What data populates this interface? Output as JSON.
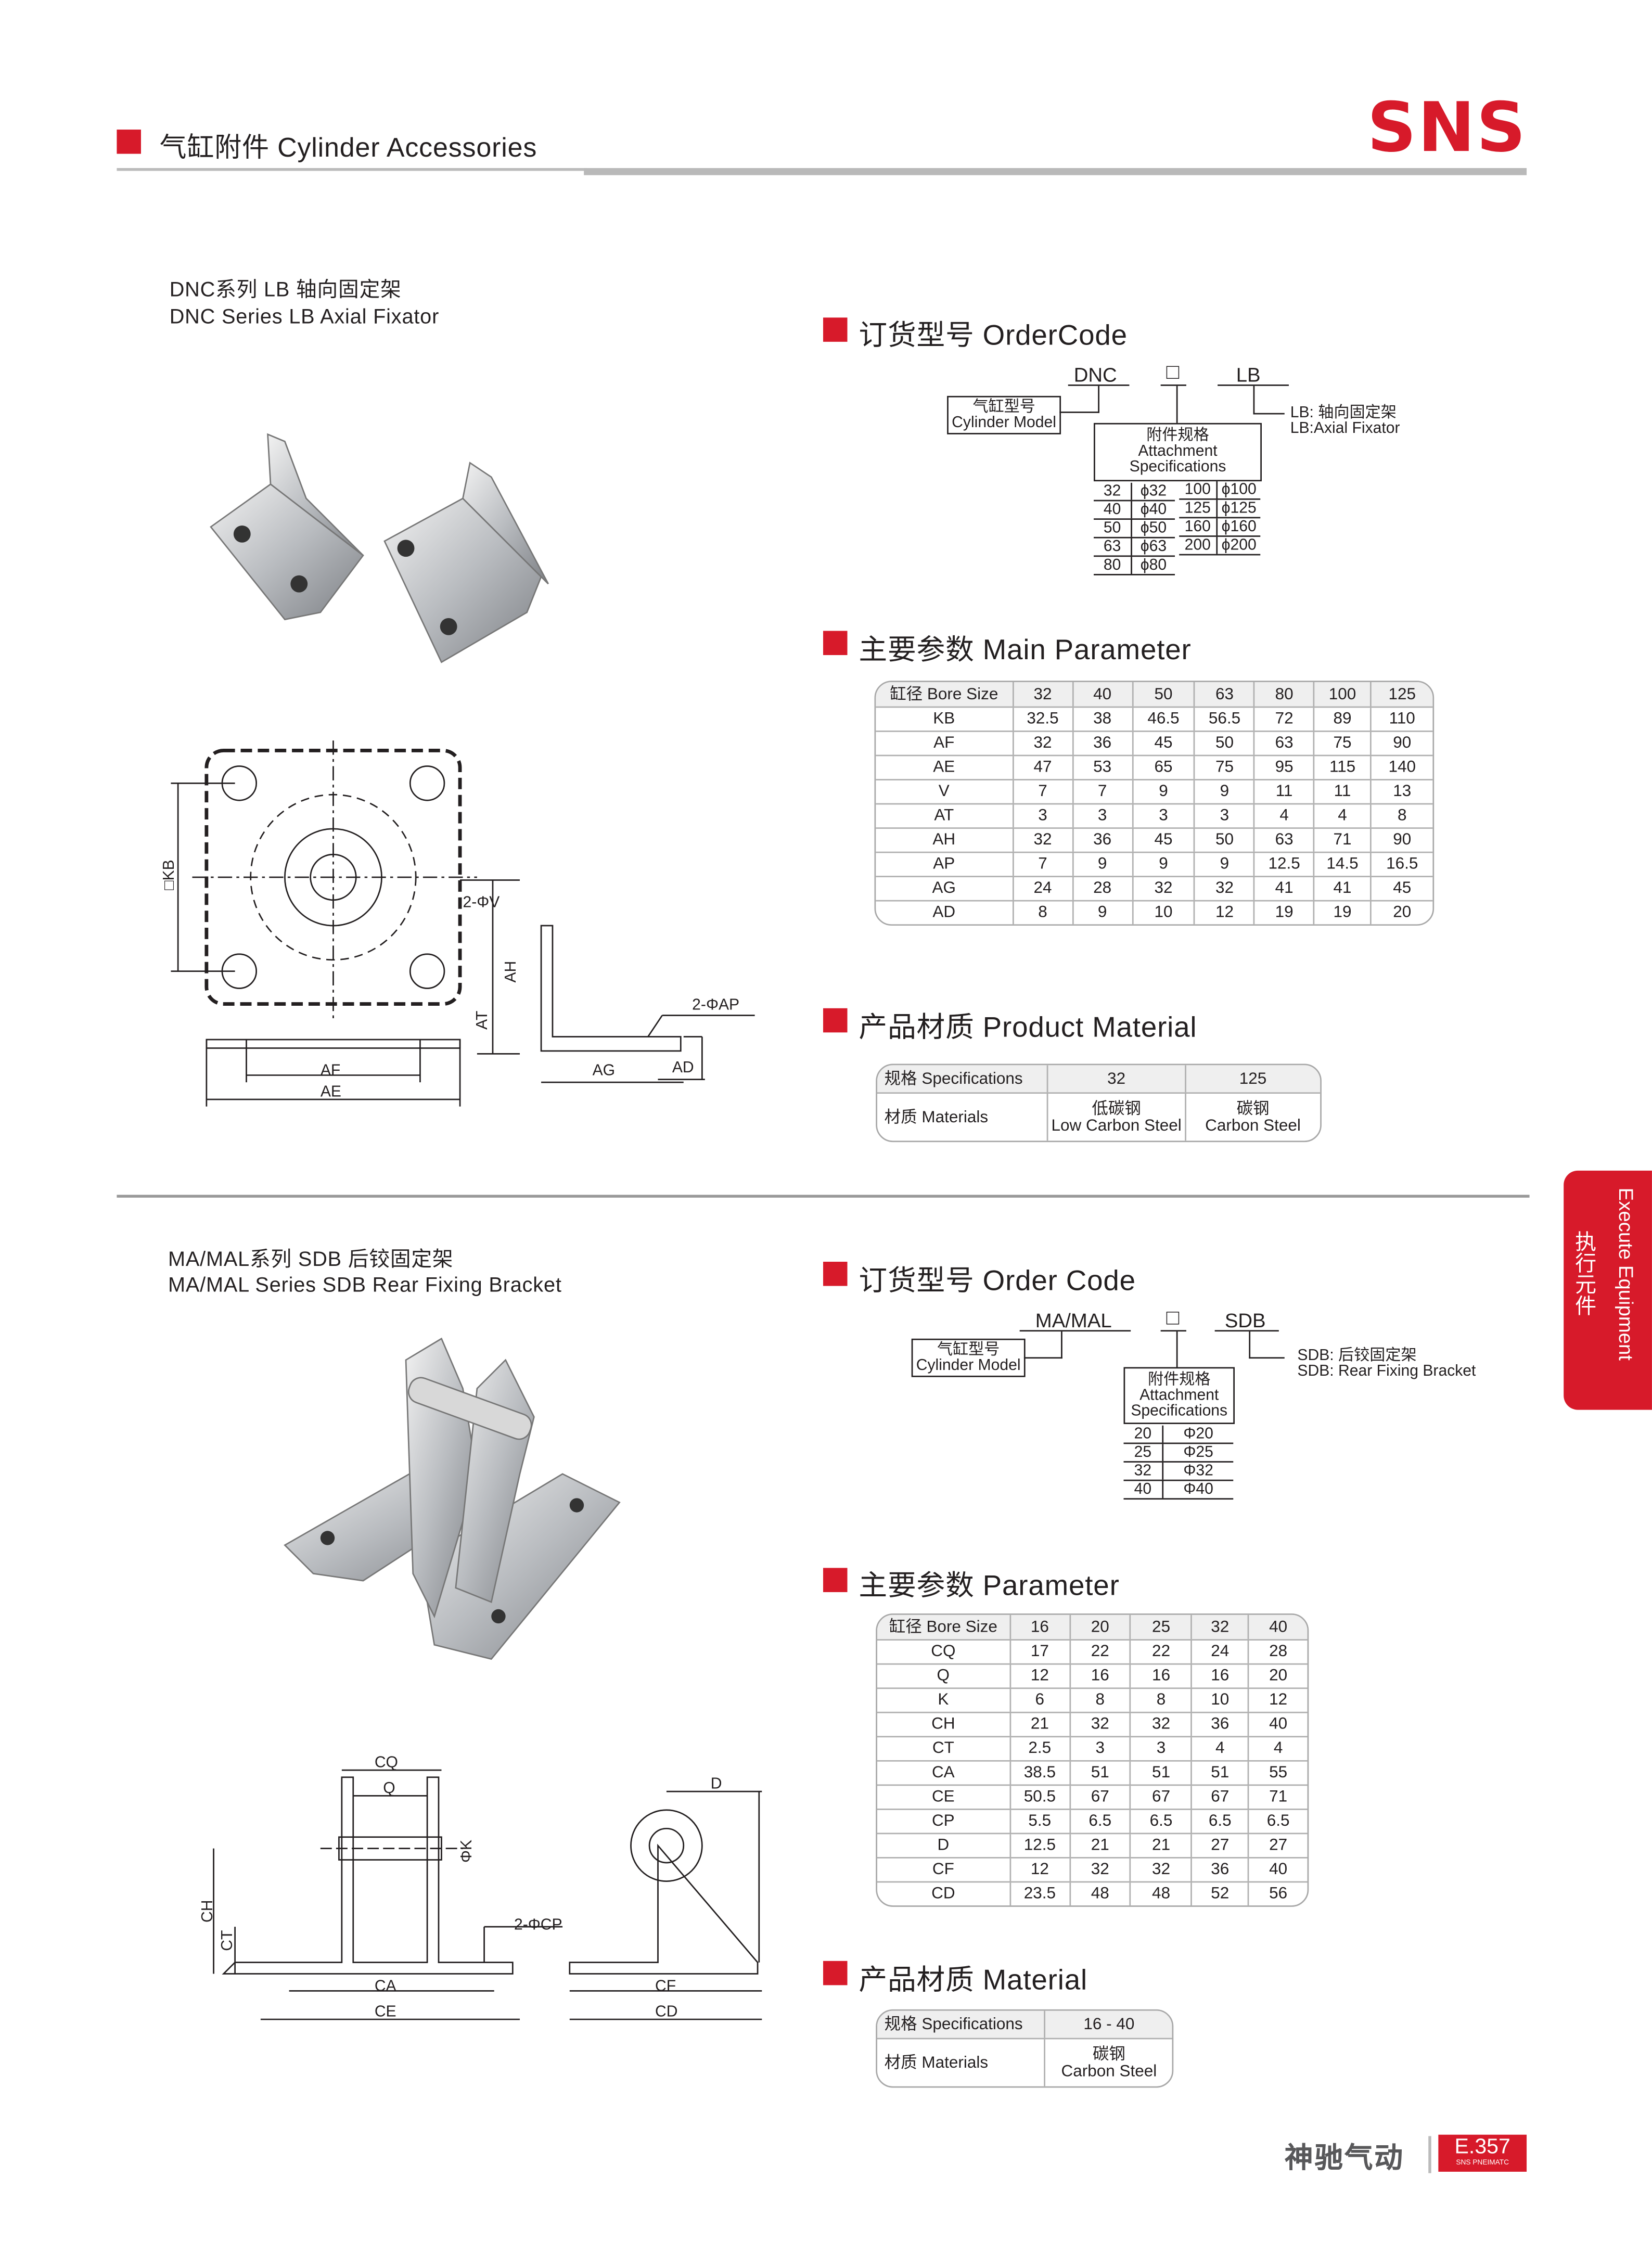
{
  "header": {
    "title": "气缸附件 Cylinder Accessories",
    "logo": "SNS",
    "accent": "#d71a2a"
  },
  "section1": {
    "title_cn": "DNC系列 LB 轴向固定架",
    "title_en": "DNC Series LB Axial Fixator",
    "order_title": "订货型号 OrderCode",
    "order": {
      "model": "DNC",
      "spec_placeholder": "□",
      "type": "LB",
      "cyl_cn": "气缸型号",
      "cyl_en": "Cylinder Model",
      "att_cn": "附件规格",
      "att_en1": "Attachment",
      "att_en2": "Specifications",
      "type_cn": "LB: 轴向固定架",
      "type_en": "LB:Axial Fixator",
      "specs_left": [
        [
          "32",
          "ϕ32"
        ],
        [
          "40",
          "ϕ40"
        ],
        [
          "50",
          "ϕ50"
        ],
        [
          "63",
          "ϕ63"
        ],
        [
          "80",
          "ϕ80"
        ]
      ],
      "specs_right": [
        [
          "100",
          "ϕ100"
        ],
        [
          "125",
          "ϕ125"
        ],
        [
          "160",
          "ϕ160"
        ],
        [
          "200",
          "ϕ200"
        ]
      ]
    },
    "param_title": "主要参数 Main Parameter",
    "params": [
      [
        "缸径 Bore Size",
        "32",
        "40",
        "50",
        "63",
        "80",
        "100",
        "125"
      ],
      [
        "KB",
        "32.5",
        "38",
        "46.5",
        "56.5",
        "72",
        "89",
        "110"
      ],
      [
        "AF",
        "32",
        "36",
        "45",
        "50",
        "63",
        "75",
        "90"
      ],
      [
        "AE",
        "47",
        "53",
        "65",
        "75",
        "95",
        "115",
        "140"
      ],
      [
        "V",
        "7",
        "7",
        "9",
        "9",
        "11",
        "11",
        "13"
      ],
      [
        "AT",
        "3",
        "3",
        "3",
        "3",
        "4",
        "4",
        "8"
      ],
      [
        "AH",
        "32",
        "36",
        "45",
        "50",
        "63",
        "71",
        "90"
      ],
      [
        "AP",
        "7",
        "9",
        "9",
        "9",
        "12.5",
        "14.5",
        "16.5"
      ],
      [
        "AG",
        "24",
        "28",
        "32",
        "32",
        "41",
        "41",
        "45"
      ],
      [
        "AD",
        "8",
        "9",
        "10",
        "12",
        "19",
        "19",
        "20"
      ]
    ],
    "material_title": "产品材质 Product Material",
    "materials": [
      [
        "规格 Specifications",
        "32",
        "125"
      ],
      [
        "材质 Materials",
        "低碳钢\nLow Carbon Steel",
        "碳钢\nCarbon Steel"
      ]
    ],
    "drawing_labels": {
      "kb": "□KB",
      "v": "2-ΦV",
      "ah": "AH",
      "at": "AT",
      "ap": "2-ΦAP",
      "af": "AF",
      "ae": "AE",
      "ag": "AG",
      "ad": "AD"
    }
  },
  "section2": {
    "title_cn": "MA/MAL系列 SDB 后铰固定架",
    "title_en": "MA/MAL Series SDB Rear Fixing Bracket",
    "order_title": "订货型号 Order Code",
    "order": {
      "model": "MA/MAL",
      "spec_placeholder": "□",
      "type": "SDB",
      "cyl_cn": "气缸型号",
      "cyl_en": "Cylinder Model",
      "att_cn": "附件规格",
      "att_en1": "Attachment",
      "att_en2": "Specifications",
      "type_cn": "SDB: 后铰固定架",
      "type_en": "SDB: Rear Fixing Bracket",
      "specs": [
        [
          "20",
          "Φ20"
        ],
        [
          "25",
          "Φ25"
        ],
        [
          "32",
          "Φ32"
        ],
        [
          "40",
          "Φ40"
        ]
      ]
    },
    "param_title": "主要参数 Parameter",
    "params": [
      [
        "缸径 Bore Size",
        "16",
        "20",
        "25",
        "32",
        "40"
      ],
      [
        "CQ",
        "17",
        "22",
        "22",
        "24",
        "28"
      ],
      [
        "Q",
        "12",
        "16",
        "16",
        "16",
        "20"
      ],
      [
        "K",
        "6",
        "8",
        "8",
        "10",
        "12"
      ],
      [
        "CH",
        "21",
        "32",
        "32",
        "36",
        "40"
      ],
      [
        "CT",
        "2.5",
        "3",
        "3",
        "4",
        "4"
      ],
      [
        "CA",
        "38.5",
        "51",
        "51",
        "51",
        "55"
      ],
      [
        "CE",
        "50.5",
        "67",
        "67",
        "67",
        "71"
      ],
      [
        "CP",
        "5.5",
        "6.5",
        "6.5",
        "6.5",
        "6.5"
      ],
      [
        "D",
        "12.5",
        "21",
        "21",
        "27",
        "27"
      ],
      [
        "CF",
        "12",
        "32",
        "32",
        "36",
        "40"
      ],
      [
        "CD",
        "23.5",
        "48",
        "48",
        "52",
        "56"
      ]
    ],
    "material_title": "产品材质 Material",
    "materials": [
      [
        "规格 Specifications",
        "16 - 40"
      ],
      [
        "材质 Materials",
        "碳钢\nCarbon Steel"
      ]
    ],
    "drawing_labels": {
      "cq": "CQ",
      "q": "Q",
      "k": "ΦK",
      "ch": "CH",
      "ct": "CT",
      "cp": "2-ΦCP",
      "ca": "CA",
      "ce": "CE",
      "d": "D",
      "cf": "CF",
      "cd": "CD"
    }
  },
  "side_tab": {
    "en": "Execute Equipment",
    "cn": "执行元件"
  },
  "footer": {
    "brand_cn": "神驰气动",
    "page": "E.357",
    "brand_en": "SNS PNEIMATC"
  }
}
